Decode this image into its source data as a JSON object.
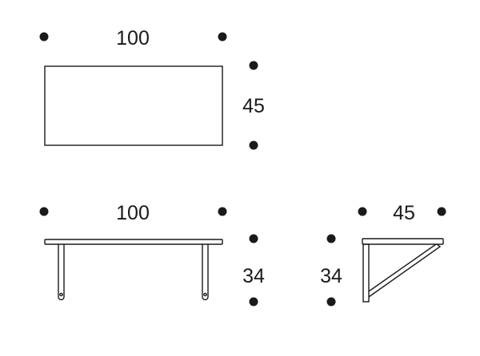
{
  "top_view": {
    "width_label": "100",
    "depth_label": "45"
  },
  "front_view": {
    "width_label": "100",
    "height_label": "34"
  },
  "side_view": {
    "depth_label": "45",
    "height_label": "34"
  },
  "colors": {
    "ink": "#1a1a1a",
    "background": "#ffffff"
  }
}
